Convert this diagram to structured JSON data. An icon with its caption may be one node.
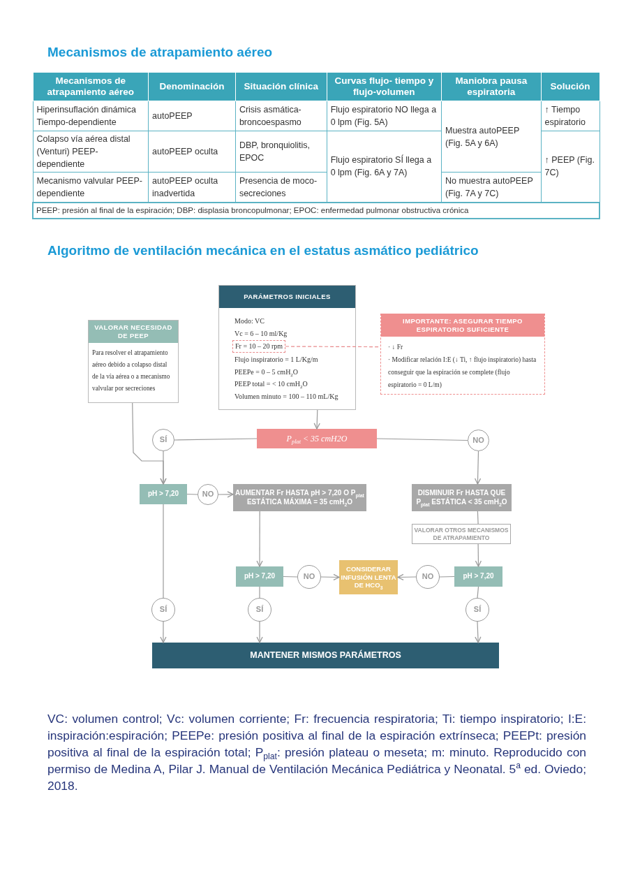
{
  "diagram": {
    "title": "Mecanismos de atrapamiento aéreo",
    "caption": "VC: volumen control; Vc: volumen corriente; Fr: frecuencia respiratoria; Ti: tiempo inspiratorio; I:E: inspiración:espiración; PEEPe: presión positiva al final de la espiración extrínseca; PEEPt: presión positiva al final de la espiración total; P$_{plat}$: presión plateau o meseta; m: minuto. Reproducido con permiso de Medina A, Pilar J. Manual de Ventilación Mecánica Pediátrica y Neonatal. 5$^{a}$ ed. Oviedo; 2018.",
    "nodes": [
      {
        "text": [
          "VALORAR NECESIDAD DE PEEP",
          "Para resolver el atrapamiento aéreo debido a colapso distal de la vía aérea o a mecanismo valvular por secreciones"
        ]
      },
      {
        "text": [
          "PARÁMETROS INICIALES",
          "Modo: VC",
          "Vc = 6 – 10 ml/Kg",
          "Flujo inspiratorio = 1 L/Kg/m",
          "PEEPe = 0 – 5 cmH$_{2}$O",
          "PEEP total = < 10 cmH$_{2}$O",
          "Volumen minuto = 100 – 110 mL/Kg"
        ]
      },
      {
        "text": [
          "Fr = 10 – 20 rpm"
        ],
        "in": 1
      },
      {
        "text": [
          "IMPORTANTE: ASEGURAR TIEMPO ESPIRATORIO SUFICIENTE",
          "· ↓ Fr",
          "· Modificar relación I:E (↓ Ti, ↑ flujo inspiratorio) hasta conseguir que la espiración se complete (flujo espiratorio = 0 L/m)"
        ]
      },
      {
        "text": [
          "P$_{plat}$ < 35 cmH2O"
        ]
      },
      {
        "text": [
          "SÍ"
        ]
      },
      {
        "text": [
          "NO"
        ]
      },
      {
        "text": [
          "pH > 7,20"
        ]
      },
      {
        "text": [
          "NO"
        ]
      },
      {
        "text": [
          "AUMENTAR Fr HASTA pH > 7,20 O P$_{plat}$ ESTÁTICA MÁXIMA = 35 cmH$_{2}$O"
        ]
      },
      {
        "text": [
          "DISMINUIR Fr HASTA QUE P$_{plat}$ ESTÁTICA < 35 cmH$_{2}$O"
        ]
      },
      {
        "text": [
          "VALORAR OTROS MECANISMOS DE ATRAPAMIENTO"
        ]
      },
      {
        "text": [
          "pH > 7,20"
        ]
      },
      {
        "text": [
          "NO"
        ]
      },
      {
        "text": [
          "CONSIDERAR INFUSIÓN LENTA DE HCO$_{3}$"
        ]
      },
      {
        "text": [
          "NO"
        ]
      },
      {
        "text": [
          "pH > 7,20"
        ]
      },
      {
        "text": [
          "SÍ"
        ]
      },
      {
        "text": [
          "SÍ"
        ]
      },
      {
        "text": [
          "SÍ"
        ]
      },
      {
        "text": [
          "MANTENER MISMOS PARÁMETROS"
        ]
      }
    ],
    "edges": [
      {
        "from": 2,
        "to": 3,
        "arrow": "none",
        "style": "dashed",
        "color": "#e88a8c"
      },
      {
        "from": 1,
        "to": 4,
        "arrow": "to"
      },
      {
        "from": 4,
        "to": 5,
        "arrow": "none"
      },
      {
        "from": 4,
        "to": 6,
        "arrow": "none"
      },
      {
        "from": 5,
        "to": 7,
        "arrow": "to"
      },
      {
        "from": 0,
        "to": 7,
        "arrow": "to"
      },
      {
        "from": 7,
        "to": 8,
        "arrow": "none"
      },
      {
        "from": 8,
        "to": 9,
        "arrow": "to"
      },
      {
        "from": 6,
        "to": 10,
        "arrow": "to"
      },
      {
        "from": 10,
        "to": 11,
        "arrow": "none"
      },
      {
        "from": 11,
        "to": 16,
        "arrow": "to"
      },
      {
        "from": 9,
        "to": 12,
        "arrow": "to"
      },
      {
        "from": 12,
        "to": 13,
        "arrow": "none"
      },
      {
        "from": 13,
        "to": 14,
        "arrow": "to"
      },
      {
        "from": 16,
        "to": 15,
        "arrow": "none"
      },
      {
        "from": 15,
        "to": 14,
        "arrow": "to"
      },
      {
        "from": 7,
        "to": 17,
        "arrow": "none"
      },
      {
        "from": 12,
        "to": 18,
        "arrow": "none"
      },
      {
        "from": 16,
        "to": 19,
        "arrow": "none"
      },
      {
        "from": 17,
        "to": 20,
        "arrow": "to"
      },
      {
        "from": 18,
        "to": 20,
        "arrow": "to"
      },
      {
        "from": 19,
        "to": 20,
        "arrow": "to"
      }
    ],
    "labels": [
      "Mecanismos de atrapamiento aéreo",
      "Denominación",
      "Situación clínica",
      "Curvas flujo- tiempo y flujo-volumen",
      "Maniobra pausa espiratoria",
      "Solución",
      "Hiperinsuflación dinámica Tiempo-dependiente",
      "autoPEEP",
      "Crisis asmática-broncoespasmo",
      "Flujo espiratorio NO llega a 0 lpm (Fig. 5A)",
      "Muestra autoPEEP (Fig. 5A y 6A)",
      "↑ Tiempo espiratorio",
      "Colapso vía aérea distal (Venturi) PEEP-dependiente",
      "autoPEEP oculta",
      "DBP, bronquiolitis, EPOC",
      "Flujo espiratorio SÍ llega a 0 lpm (Fig. 6A y 7A)",
      "↑ PEEP (Fig. 7C)",
      "Mecanismo valvular PEEP-dependiente",
      "autoPEEP oculta inadvertida",
      "Presencia de moco-secreciones",
      "No muestra autoPEEP (Fig. 7A y 7C)",
      "PEEP: presión al final de la espiración; DBP: displasia broncopulmonar; EPOC: enfermedad pulmonar obstructiva crónica",
      "Algoritmo de ventilación mecánica en el estatus asmático pediátrico"
    ]
  }
}
